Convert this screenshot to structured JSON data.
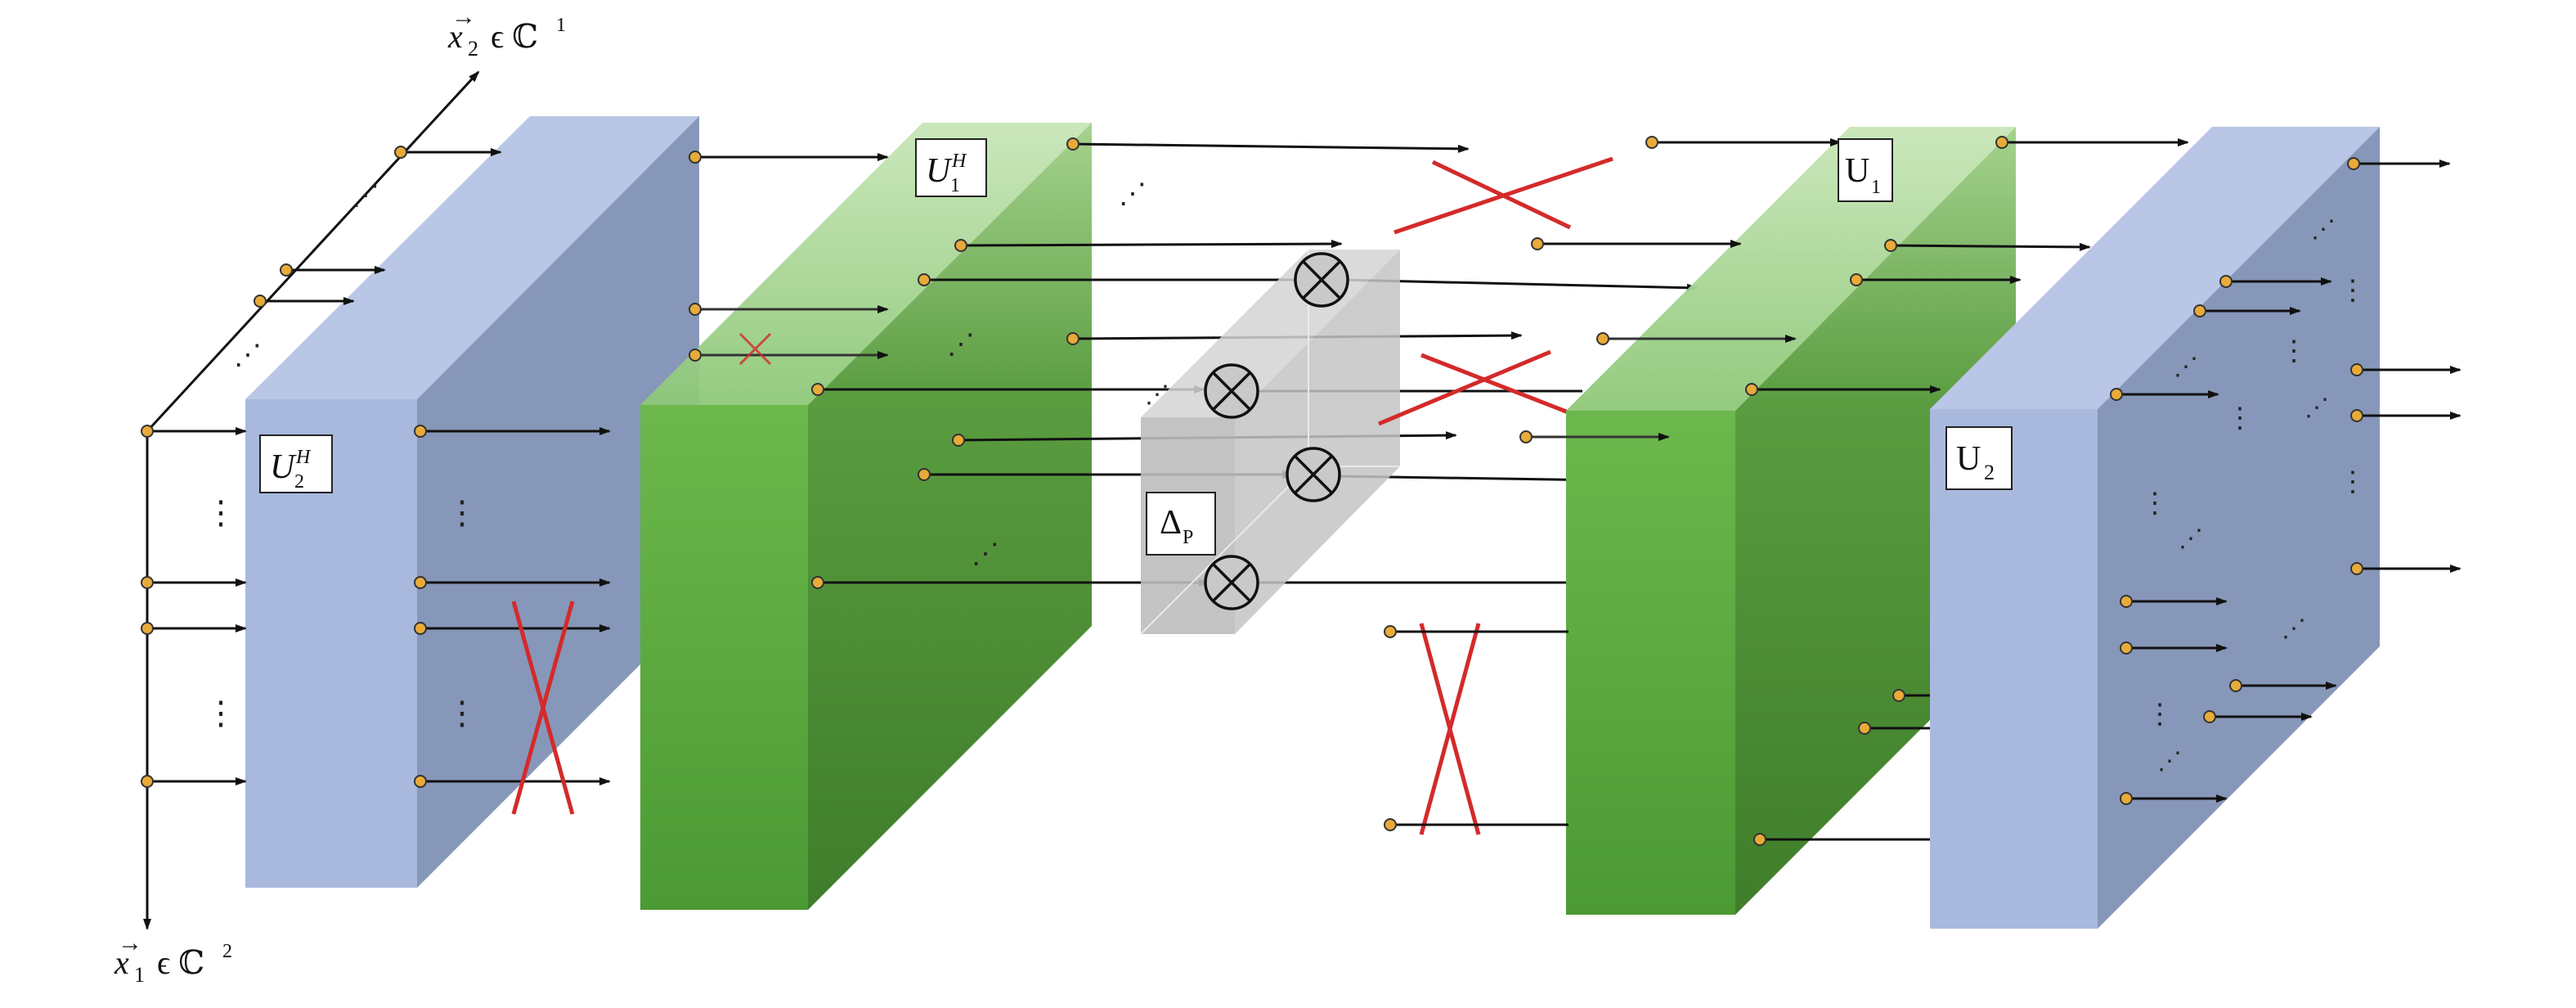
{
  "axes": {
    "x2_vec": "x",
    "x2_sub": "2",
    "x2_field": "ϵ ℂ",
    "x2_dim": "1",
    "x1_vec": "x",
    "x1_sub": "1",
    "x1_field": "ϵ ℂ",
    "x1_dim": "2"
  },
  "labels": {
    "u2h_main": "U",
    "u2h_sup": "H",
    "u2h_sub": "2",
    "u1h_main": "U",
    "u1h_sup": "H",
    "u1h_sub": "1",
    "delta_main": "Δ",
    "delta_sub": "P",
    "u1_main": "U",
    "u1_sub": "1",
    "u2_main": "U",
    "u2_sub": "2"
  },
  "symbols": {
    "multiplier": "⊗",
    "vdots": "⋮",
    "ddots": "⋰"
  },
  "colors": {
    "blue_front": "#a9b9de",
    "blue_side": "#8797b9",
    "blue_top": "#b9c6e6",
    "green_front": "#5aa83f",
    "green_side": "#4a8a34",
    "green_top": "#9ccf86",
    "gray_box": "#bdbdbd",
    "node": "#e8ab3a",
    "cross": "#d42a2a",
    "arrow": "#111111"
  }
}
